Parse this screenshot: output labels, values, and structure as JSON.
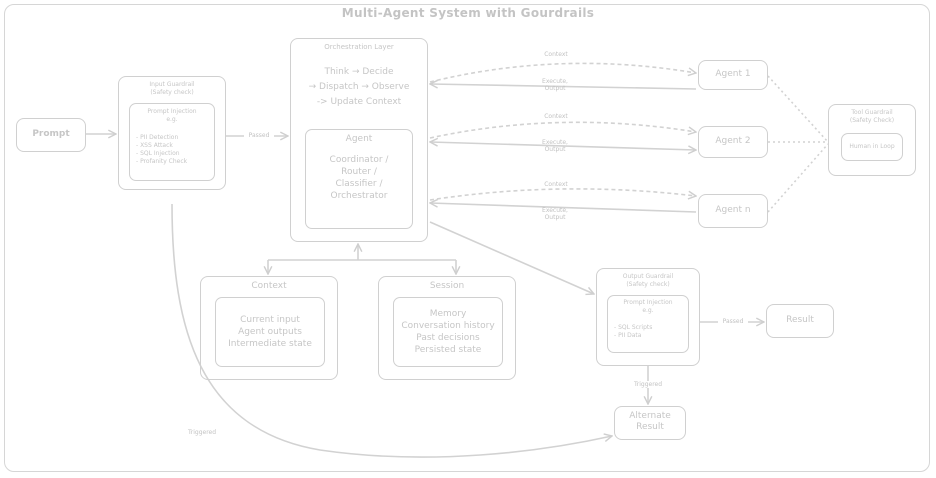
{
  "diagram": {
    "title": "Multi-Agent System with Gourdrails",
    "prompt": "Prompt",
    "input_guardrail": {
      "title": "Input Guardrail",
      "subtitle": "(Safety check)",
      "inner_title": "Prompt Injection",
      "inner_eg": "e.g.",
      "items": [
        "- PII Detection",
        "- XSS Attack",
        "- SQL Injection",
        "- Profanity Check"
      ]
    },
    "orchestration": {
      "title": "Orchestration Layer",
      "steps": [
        "Think → Decide",
        "→ Dispatch → Observe",
        "-> Update Context"
      ],
      "agent_title": "Agent",
      "agent_roles": [
        "Coordinator /",
        "Router /",
        "Classifier /",
        "Orchestrator"
      ]
    },
    "agents": [
      "Agent 1",
      "Agent 2",
      "Agent n"
    ],
    "tool_guardrail": {
      "title": "Tool Guardrail",
      "subtitle": "(Safety Check)",
      "inner": "Human in Loop"
    },
    "context": {
      "title": "Context",
      "items": [
        "Current input",
        "Agent outputs",
        "Intermediate state"
      ]
    },
    "session": {
      "title": "Session",
      "items": [
        "Memory",
        "Conversation history",
        "Past decisions",
        "Persisted state"
      ]
    },
    "output_guardrail": {
      "title": "Output Guardrail",
      "subtitle": "(Safety check)",
      "inner_title": "Prompt Injection",
      "inner_eg": "e.g.",
      "items": [
        "- SQL Scripts",
        "- PII Data"
      ]
    },
    "result": "Result",
    "alternate_result": [
      "Alternate",
      "Result"
    ],
    "edge_labels": {
      "passed_input": "Passed",
      "passed_output": "Passed",
      "triggered_output": "Triggered",
      "triggered_input": "Triggered",
      "context": "Context",
      "execute_output": [
        "Execute,",
        "Output"
      ]
    }
  }
}
